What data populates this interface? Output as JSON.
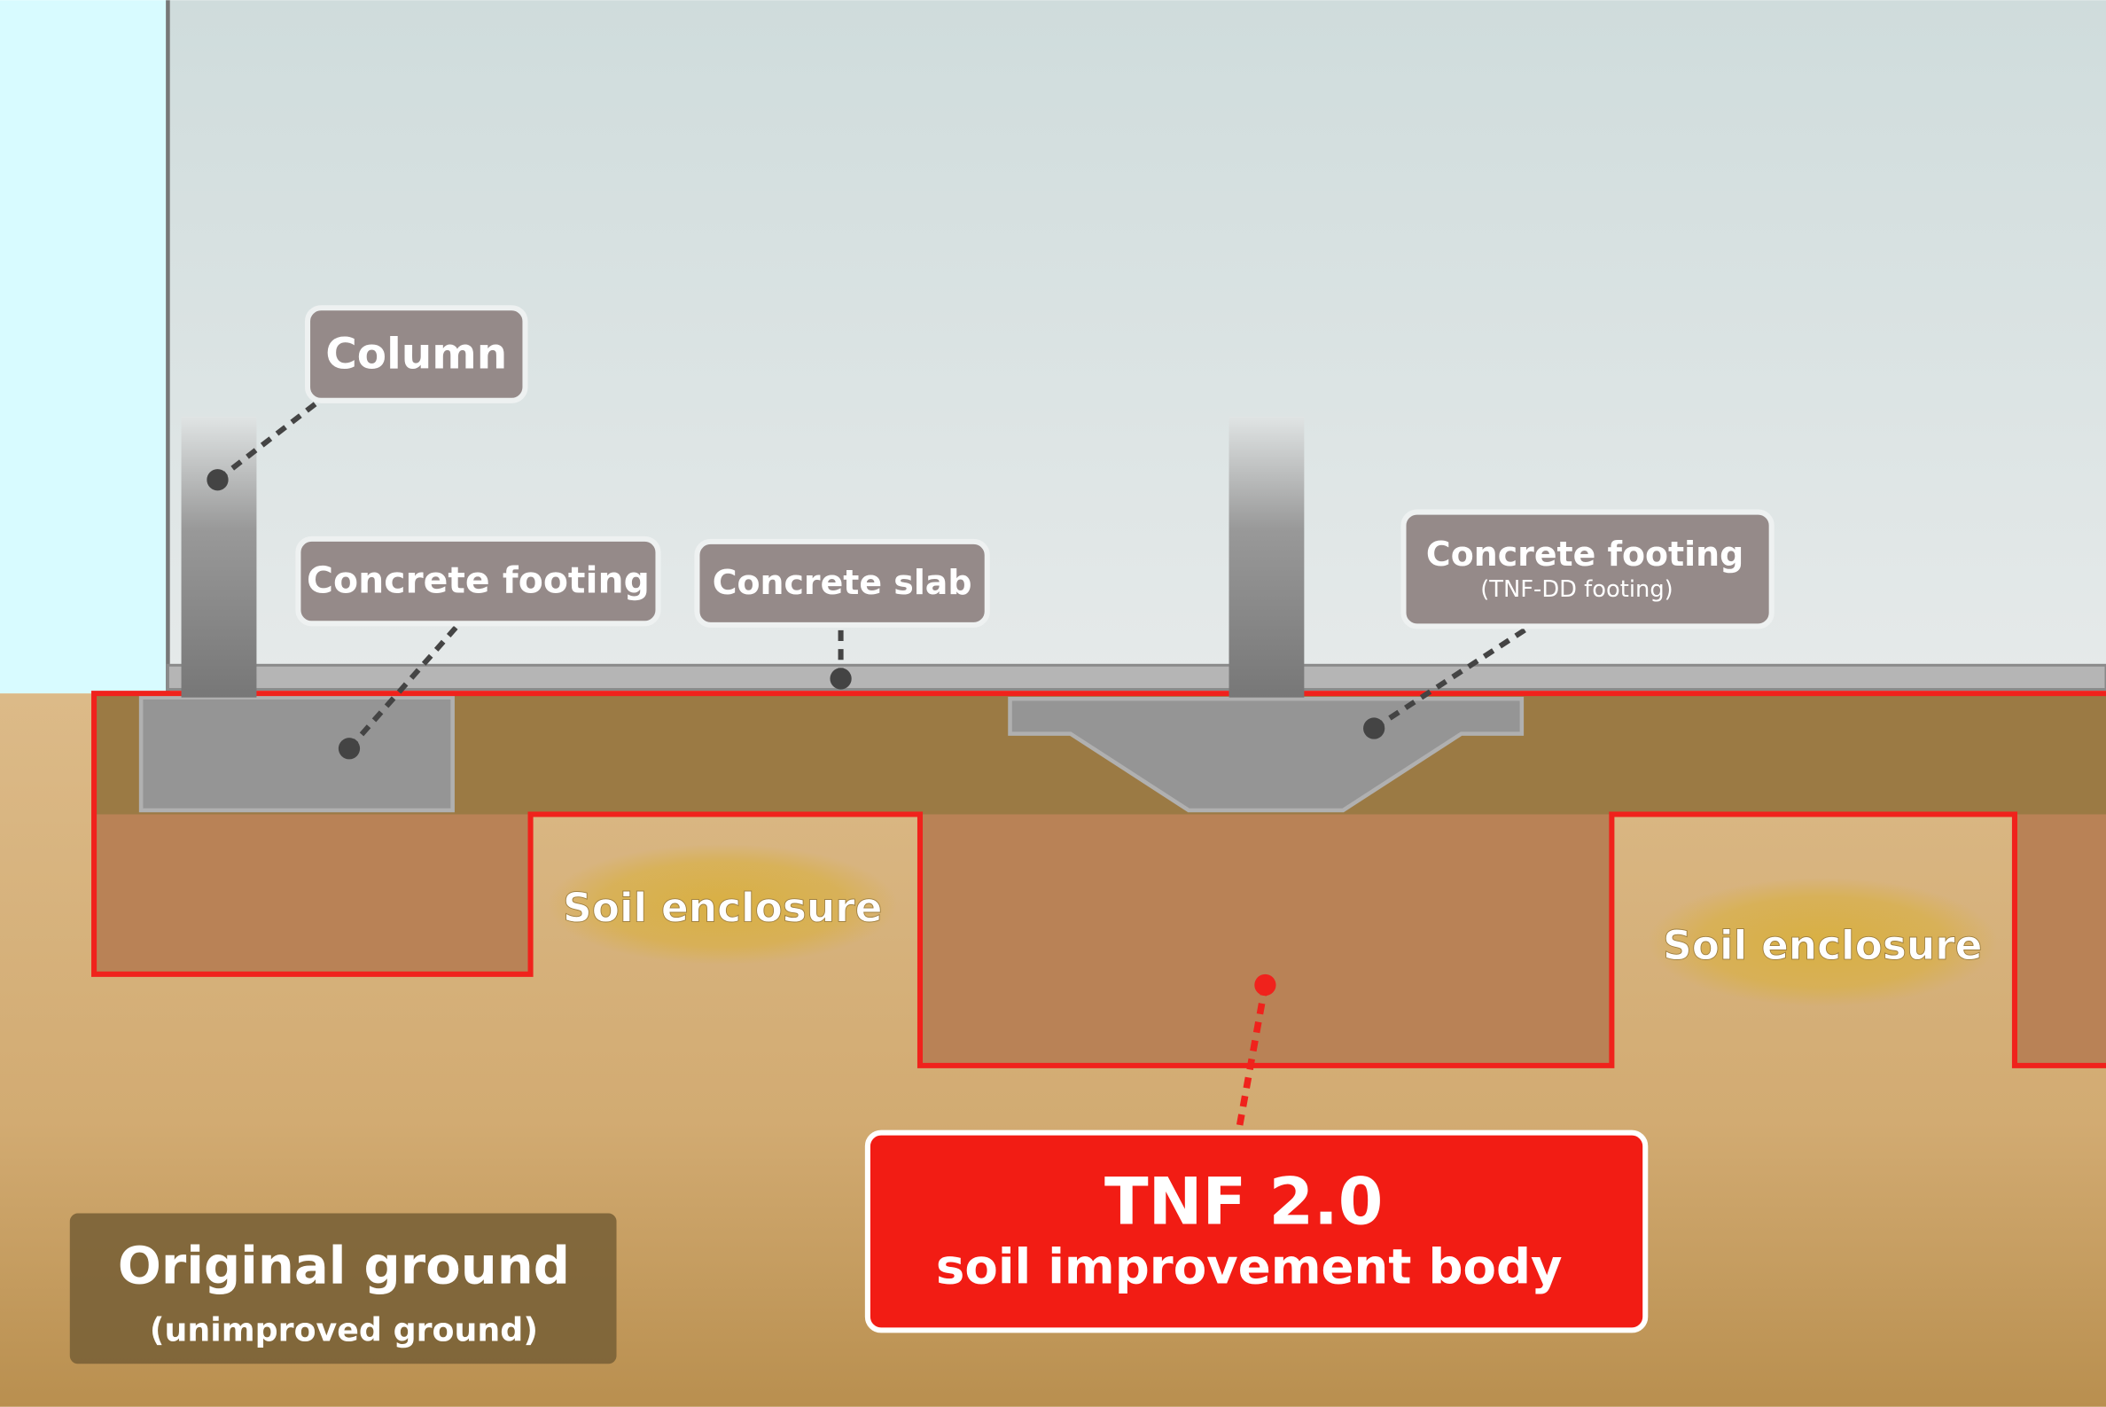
{
  "labels": {
    "column": "Column",
    "footing_left": "Concrete footing",
    "slab": "Concrete slab",
    "footing_right": "Concrete footing",
    "footing_right_sub": "(TNF-DD footing)",
    "soil_enclosure_1": "Soil enclosure",
    "soil_enclosure_2": "Soil enclosure",
    "tnf_title": "TNF 2.0",
    "tnf_sub": "soil improvement body",
    "ground_title": "Original ground",
    "ground_sub": "(unimproved ground)"
  },
  "colors": {
    "sky": "#d8fbff",
    "building_bg": "#dfe5e5",
    "ground": "#d9b683",
    "improved_top": "#9b7a44",
    "improved_body": "#b98256",
    "outline_red": "#f0221c",
    "label_bg": "#958a89",
    "tnf_box": "#f21c14"
  }
}
